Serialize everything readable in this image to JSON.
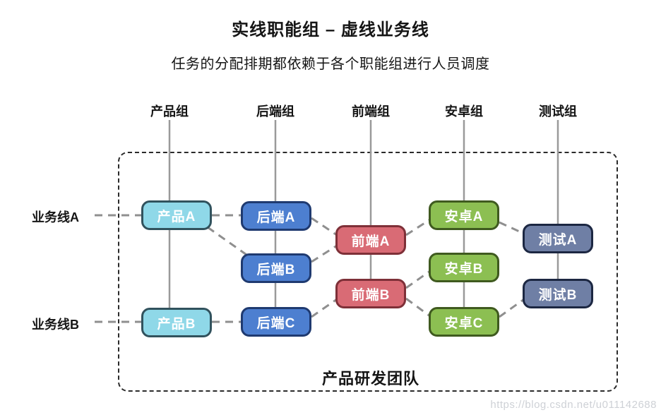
{
  "title": "实线职能组 – 虚线业务线",
  "subtitle": "任务的分配排期都依赖于各个职能组进行人员调度",
  "columns": [
    {
      "label": "产品组"
    },
    {
      "label": "后端组"
    },
    {
      "label": "前端组"
    },
    {
      "label": "安卓组"
    },
    {
      "label": "测试组"
    }
  ],
  "business_lines": [
    {
      "label": "业务线A"
    },
    {
      "label": "业务线B"
    }
  ],
  "nodes": {
    "product_a": {
      "label": "产品A"
    },
    "product_b": {
      "label": "产品B"
    },
    "backend_a": {
      "label": "后端A"
    },
    "backend_b": {
      "label": "后端B"
    },
    "backend_c": {
      "label": "后端C"
    },
    "frontend_a": {
      "label": "前端A"
    },
    "frontend_b": {
      "label": "前端B"
    },
    "android_a": {
      "label": "安卓A"
    },
    "android_b": {
      "label": "安卓B"
    },
    "android_c": {
      "label": "安卓C"
    },
    "test_a": {
      "label": "测试A"
    },
    "test_b": {
      "label": "测试B"
    }
  },
  "container_label": "产品研发团队",
  "watermark": "https://blog.csdn.net/u011142688",
  "colors": {
    "groups": {
      "product": {
        "fill": "#8FD8E8",
        "border": "#31525D"
      },
      "backend": {
        "fill": "#4D7FD0",
        "border": "#1F3A70"
      },
      "frontend": {
        "fill": "#D96B75",
        "border": "#7E3038"
      },
      "android": {
        "fill": "#8CBF52",
        "border": "#3F5A1F"
      },
      "test": {
        "fill": "#6F7FA5",
        "border": "#1C2742"
      }
    },
    "column_line": "#9A9A9A",
    "connector": "#8F8F8F",
    "boundary": "#2B2B2B",
    "watermark": "#CED1D6"
  }
}
